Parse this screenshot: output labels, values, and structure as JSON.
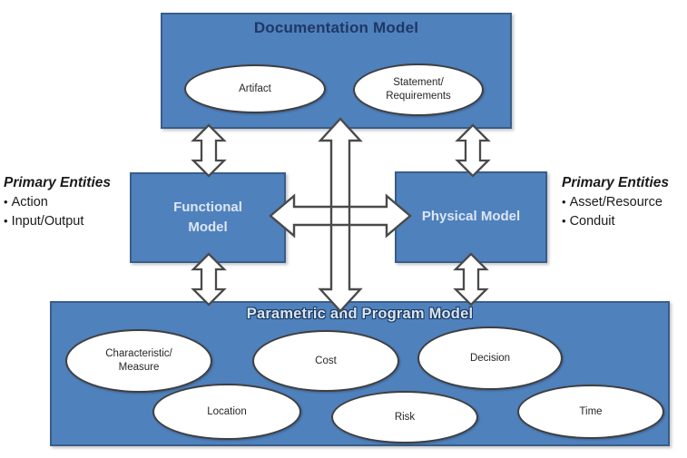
{
  "colors": {
    "box-fill": "#4f81bd",
    "box-border": "#385d8a",
    "title-dark": "#1f3864",
    "title-light": "#dbe5f1",
    "box-label-light": "#dce6f2",
    "ellipse-border": "#3f3f3f",
    "ellipse-text": "#262626",
    "arrow-stroke": "#4a4a4a",
    "note-text": "#1a1a1a"
  },
  "boxes": {
    "documentation": {
      "title": "Documentation Model"
    },
    "functional": {
      "label": "Functional Model"
    },
    "physical": {
      "label": "Physical Model"
    },
    "parametric": {
      "title": "Parametric and Program Model"
    }
  },
  "ellipses": {
    "artifact": {
      "label": "Artifact"
    },
    "statement": {
      "line1": "Statement/",
      "line2": "Requirements"
    },
    "characteristic": {
      "line1": "Characteristic/",
      "line2": "Measure"
    },
    "cost": {
      "label": "Cost"
    },
    "decision": {
      "label": "Decision"
    },
    "location": {
      "label": "Location"
    },
    "risk": {
      "label": "Risk"
    },
    "time": {
      "label": "Time"
    }
  },
  "notes": {
    "bullet": "•",
    "left": {
      "heading": "Primary Entities",
      "items": [
        "Action",
        "Input/Output"
      ]
    },
    "right": {
      "heading": "Primary Entities",
      "items": [
        "Asset/Resource",
        "Conduit"
      ]
    }
  }
}
